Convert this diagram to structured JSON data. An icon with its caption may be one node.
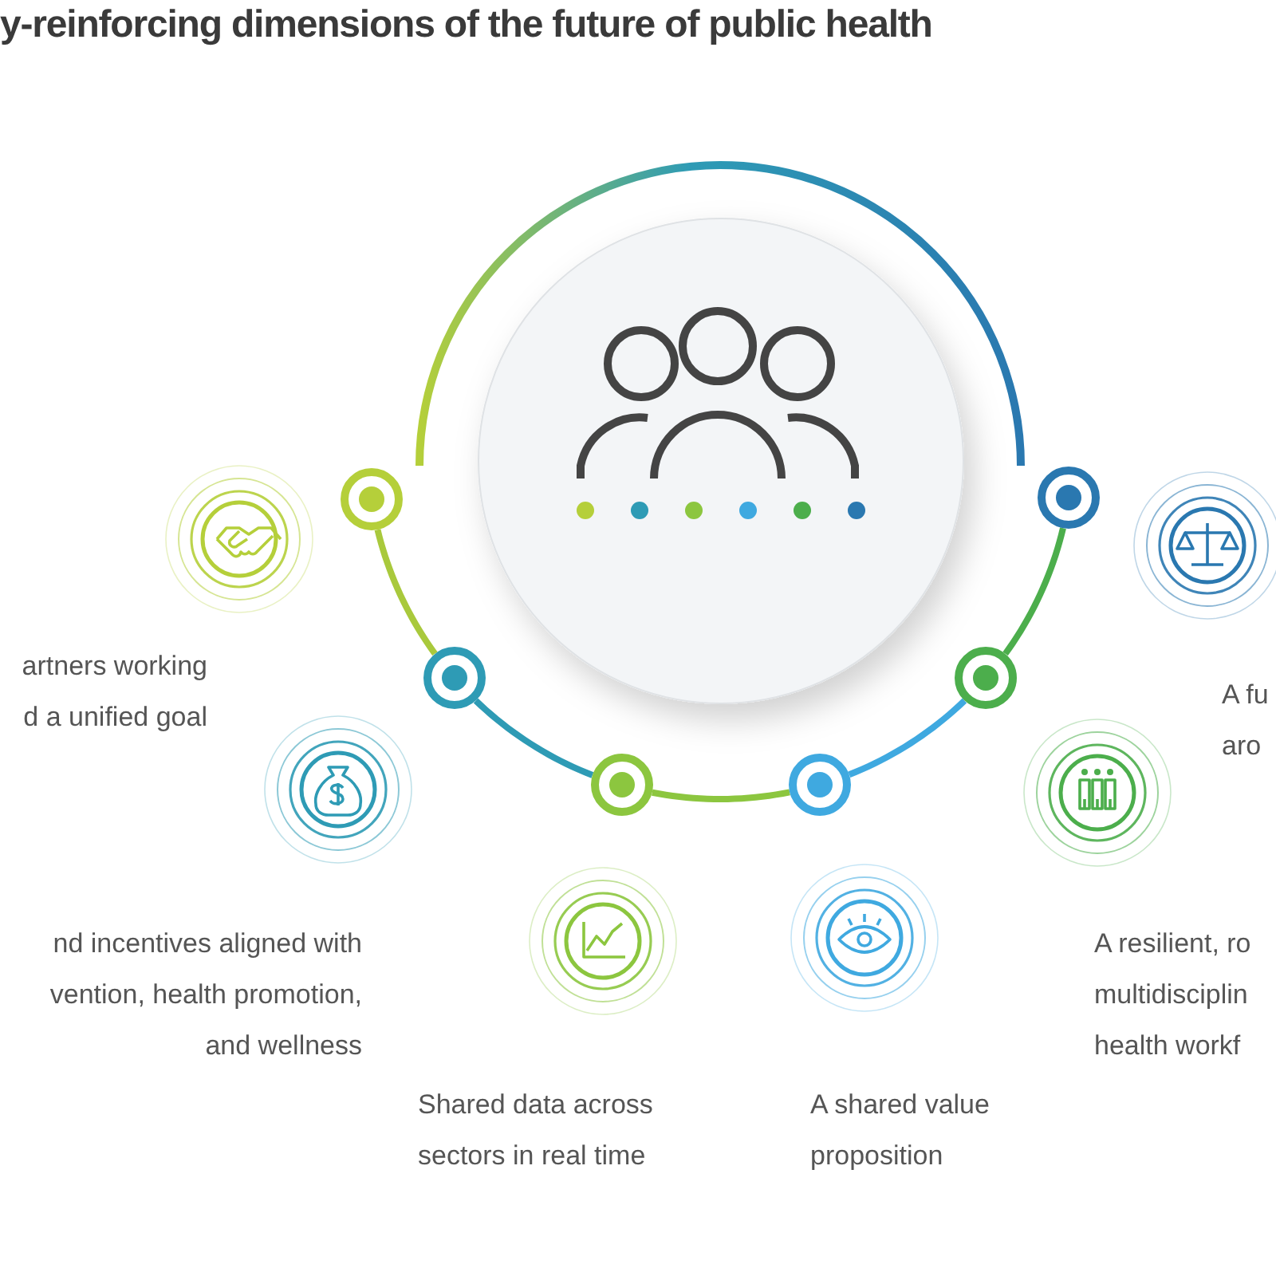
{
  "diagram": {
    "title": "y-reinforcing dimensions of the future of public health",
    "nodes": [
      {
        "text": [],
        "shape": "circle"
      },
      {
        "text": [],
        "shape": "circle"
      },
      {
        "text": [],
        "shape": "circle"
      },
      {
        "text": [],
        "shape": "circle"
      },
      {
        "text": [],
        "shape": "circle"
      },
      {
        "text": [],
        "shape": "circle"
      }
    ],
    "edges": [
      {
        "from": 0,
        "to": 1,
        "arrow": "none",
        "color": "#a9c93c"
      },
      {
        "from": 1,
        "to": 2,
        "arrow": "none",
        "color": "#2e9bb5"
      },
      {
        "from": 2,
        "to": 3,
        "arrow": "none",
        "color": "#8cc63f"
      },
      {
        "from": 3,
        "to": 4,
        "arrow": "none",
        "color": "#3fa9e0"
      },
      {
        "from": 4,
        "to": 5,
        "arrow": "none",
        "color": "#4cae4c"
      }
    ],
    "labels": [
      "artners working d a unified goal",
      "A fu aro",
      "nd incentives aligned with vention, health promotion, and wellness",
      "A resilient, ro multidisciplin health workf",
      "Shared data across sectors in real time",
      "A shared value proposition"
    ]
  }
}
